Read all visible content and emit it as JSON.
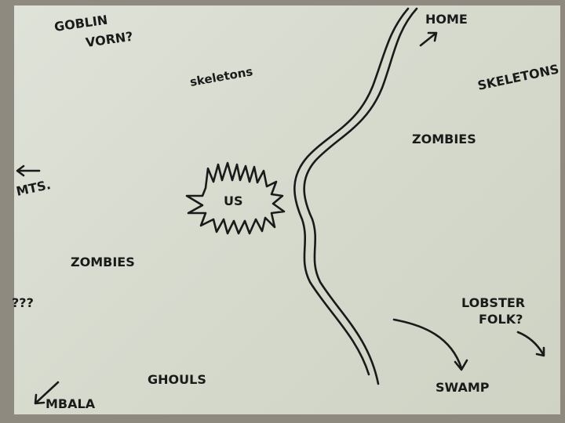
{
  "map": {
    "labels": {
      "goblin": "GOBLIN",
      "vorn": "VORN?",
      "skeletons_left": "skeletons",
      "home": "HOME",
      "skeletons_right": "SKELETONS",
      "zombies_right": "ZOMBIES",
      "mts": "MTS.",
      "us": "US",
      "zombies_left": "ZOMBIES",
      "unknown": "???",
      "lobster": "LOBSTER",
      "folk": "FOLK?",
      "ghouls": "GHOULS",
      "swamp": "SWAMP",
      "mbala": "MBALA"
    },
    "ink_color": "#1a1a1a",
    "paper_color": "#d8dccf"
  }
}
